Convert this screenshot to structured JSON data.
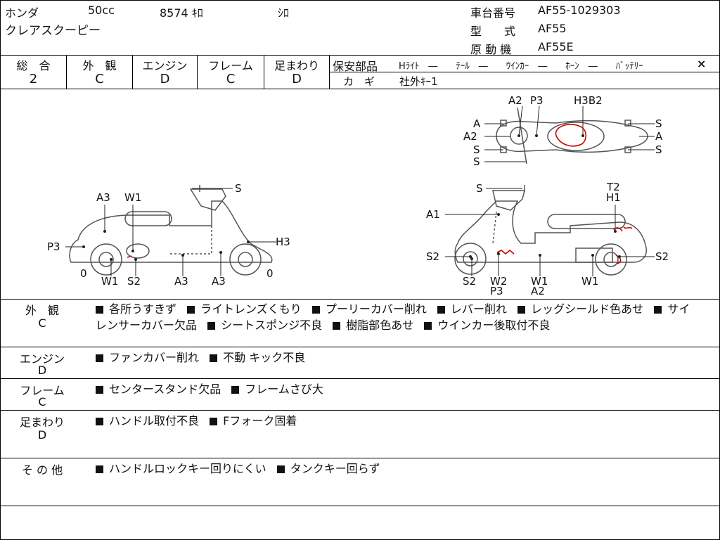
{
  "header": {
    "maker": "ホンダ",
    "displacement": "50cc",
    "mileage": "8574 ｷﾛ",
    "color": "ｼﾛ",
    "model_name": "クレアスクーピー",
    "chassis_label": "車台番号",
    "chassis_value": "AF55-1029303",
    "type_label": "型　　式",
    "type_value": "AF55",
    "engine_label": "原 動 機",
    "engine_value": "AF55E"
  },
  "ratings": [
    {
      "label": "総　合",
      "value": "2"
    },
    {
      "label": "外　観",
      "value": "C"
    },
    {
      "label": "エンジン",
      "value": "D"
    },
    {
      "label": "フレーム",
      "value": "C"
    },
    {
      "label": "足まわり",
      "value": "D"
    }
  ],
  "safety": {
    "title": "保安部品",
    "items": "Hﾗｲﾄ　―　　ﾃｰﾙ　―　　ｳｲﾝｶｰ　―　　ﾎｰﾝ　―　　ﾊﾞｯﾃﾘｰ",
    "battery_mark": "×",
    "key_label": "カ　ギ",
    "key_value": "社外ｷｰ1"
  },
  "diagram": {
    "top_labels": [
      "A2",
      "P3",
      "H3B2",
      "A",
      "A2",
      "S",
      "S",
      "S",
      "A",
      "S"
    ],
    "left_labels": [
      "A3",
      "W1",
      "S",
      "P3",
      "H3",
      "0",
      "W1",
      "S2",
      "A3",
      "A3",
      "0"
    ],
    "right_labels": [
      "S",
      "T2",
      "H1",
      "A1",
      "S2",
      "S2",
      "W2",
      "P3",
      "W1",
      "A2",
      "W1",
      "S2"
    ]
  },
  "remarks": [
    {
      "category": "外　観",
      "grade": "C",
      "items": [
        "各所うすきず",
        "ライトレンズくもり",
        "プーリーカバー削れ",
        "レバー削れ",
        "レッグシールド色あせ",
        "サイレンサーカバー欠品",
        "シートスポンジ不良",
        "樹脂部色あせ",
        "ウインカー後取付不良"
      ]
    },
    {
      "category": "エンジン",
      "grade": "D",
      "items": [
        "ファンカバー削れ",
        "不動 キック不良"
      ]
    },
    {
      "category": "フレーム",
      "grade": "C",
      "items": [
        "センタースタンド欠品",
        "フレームさび大"
      ]
    },
    {
      "category": "足まわり",
      "grade": "D",
      "items": [
        "ハンドル取付不良",
        "Fフォーク固着"
      ]
    },
    {
      "category": "そ の 他",
      "grade": "",
      "items": [
        "ハンドルロックキー回りにくい",
        "タンクキー回らず"
      ]
    }
  ]
}
